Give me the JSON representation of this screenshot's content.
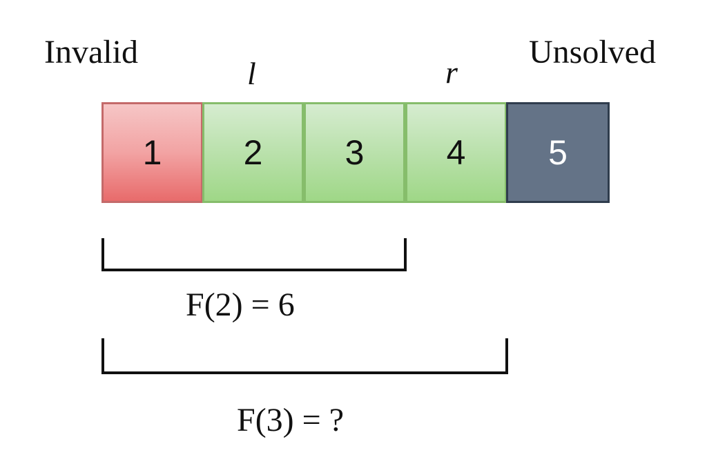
{
  "labels": {
    "invalid": "Invalid",
    "unsolved": "Unsolved",
    "left_pointer": "l",
    "right_pointer": "r"
  },
  "cells": [
    {
      "value": "1",
      "state": "invalid",
      "color": "#e86b6b"
    },
    {
      "value": "2",
      "state": "window",
      "color": "#9fd787"
    },
    {
      "value": "3",
      "state": "window",
      "color": "#9fd787"
    },
    {
      "value": "4",
      "state": "window",
      "color": "#9fd787"
    },
    {
      "value": "5",
      "state": "unsolved",
      "color": "#647387"
    }
  ],
  "brackets": {
    "f2": "F(2) = 6",
    "f3": "F(3) = ?"
  }
}
